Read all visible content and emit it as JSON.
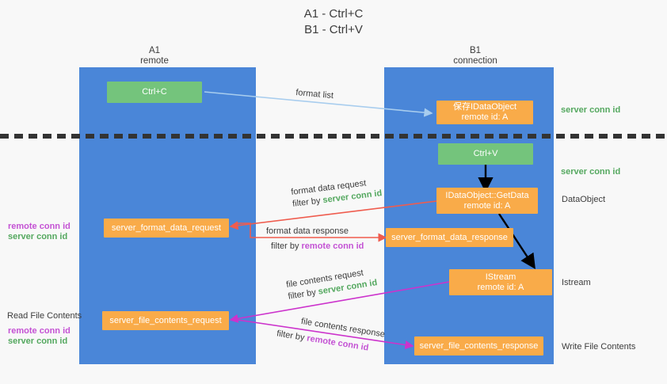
{
  "title": {
    "line1": "A1 - Ctrl+C",
    "line2": "B1 - Ctrl+V"
  },
  "columns": [
    {
      "name": "A1",
      "sub": "remote"
    },
    {
      "name": "B1",
      "sub": "connection"
    }
  ],
  "colors": {
    "lane": "#4a86d8",
    "green_node": "#74c47c",
    "orange_node": "#f9ab49",
    "green_text": "#54a85f",
    "purple_text": "#c452d4",
    "arrow_blue": "#a8cdee",
    "arrow_red": "#ef5c4e",
    "arrow_magenta": "#cc33cc",
    "arrow_black": "#000000",
    "divider": "#333333",
    "background": "#f8f8f8"
  },
  "nodes": {
    "ctrl_c": "Ctrl+C",
    "ctrl_v": "Ctrl+V",
    "save_idataobject_l1": "保存IDataObject",
    "save_idataobject_l2": "remote id: A",
    "getdata_l1": "IDataObject::GetData",
    "getdata_l2": "remote id: A",
    "istream_l1": "IStream",
    "istream_l2": "remote id: A",
    "server_format_data_request": "server_format_data_request",
    "server_format_data_response": "server_format_data_response",
    "server_file_contents_request": "server_file_contents_request",
    "server_file_contents_response": "server_file_contents_response"
  },
  "right_labels": {
    "server_conn_id_top": "server conn id",
    "server_conn_id_mid": "server conn id",
    "dataobject": "DataObject",
    "istream": "Istream",
    "write_file_contents": "Write File Contents"
  },
  "left_labels": {
    "remote_conn_id_1": "remote conn id",
    "server_conn_id_1": "server conn id",
    "read_file_contents": "Read File Contents",
    "remote_conn_id_2": "remote conn id",
    "server_conn_id_2": "server conn id"
  },
  "edge_labels": {
    "format_list": "format list",
    "format_data_request": "format data request",
    "format_data_request_filter_prefix": "filter by ",
    "format_data_request_filter_value": "server conn id",
    "format_data_response": "format data response",
    "format_data_response_filter_prefix": "filter by ",
    "format_data_response_filter_value": "remote conn id",
    "file_contents_request": "file contents request",
    "file_contents_request_filter_prefix": "filter by ",
    "file_contents_request_filter_value": "server conn id",
    "file_contents_response": "file contents response",
    "file_contents_response_filter_prefix": "filter by ",
    "file_contents_response_filter_value": "remote conn id"
  }
}
